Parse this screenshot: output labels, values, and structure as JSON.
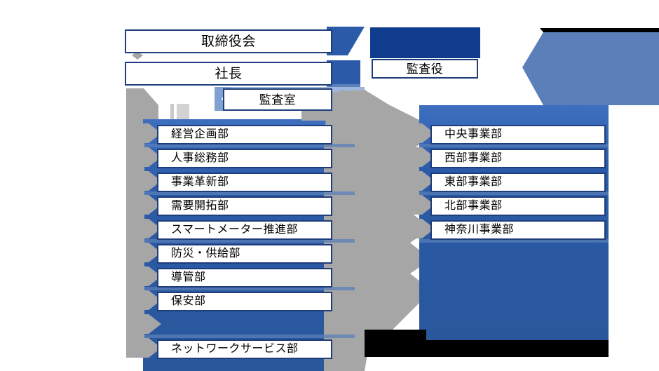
{
  "diagram": {
    "type": "organization-chart",
    "language": "ja",
    "palette": {
      "box_fill": "#FFFFFF",
      "box_border": "#1F3D7A",
      "band_blue": "#2B5BA8",
      "band_blue_light": "#5B7FB8",
      "header_navy": "#0F3C8C",
      "spine_gray": "#A6A6A6",
      "text": "#000000",
      "crop_black": "#000000"
    }
  },
  "nodes": {
    "board": {
      "label": "取締役会"
    },
    "president": {
      "label": "社長"
    },
    "audit_office": {
      "label": "監査室"
    },
    "auditor": {
      "label": "監査役"
    }
  },
  "left_column": {
    "name": "head-office-departments",
    "items": [
      {
        "label": "経営企画部"
      },
      {
        "label": "人事総務部"
      },
      {
        "label": "事業革新部"
      },
      {
        "label": "需要開拓部"
      },
      {
        "label": "スマートメーター推進部"
      },
      {
        "label": "防災・供給部"
      },
      {
        "label": "導管部"
      },
      {
        "label": "保安部"
      },
      {
        "label": "ネットワークサービス部"
      }
    ]
  },
  "right_column": {
    "name": "regional-business-divisions",
    "items": [
      {
        "label": "中央事業部"
      },
      {
        "label": "西部事業部"
      },
      {
        "label": "東部事業部"
      },
      {
        "label": "北部事業部"
      },
      {
        "label": "神奈川事業部"
      }
    ]
  }
}
